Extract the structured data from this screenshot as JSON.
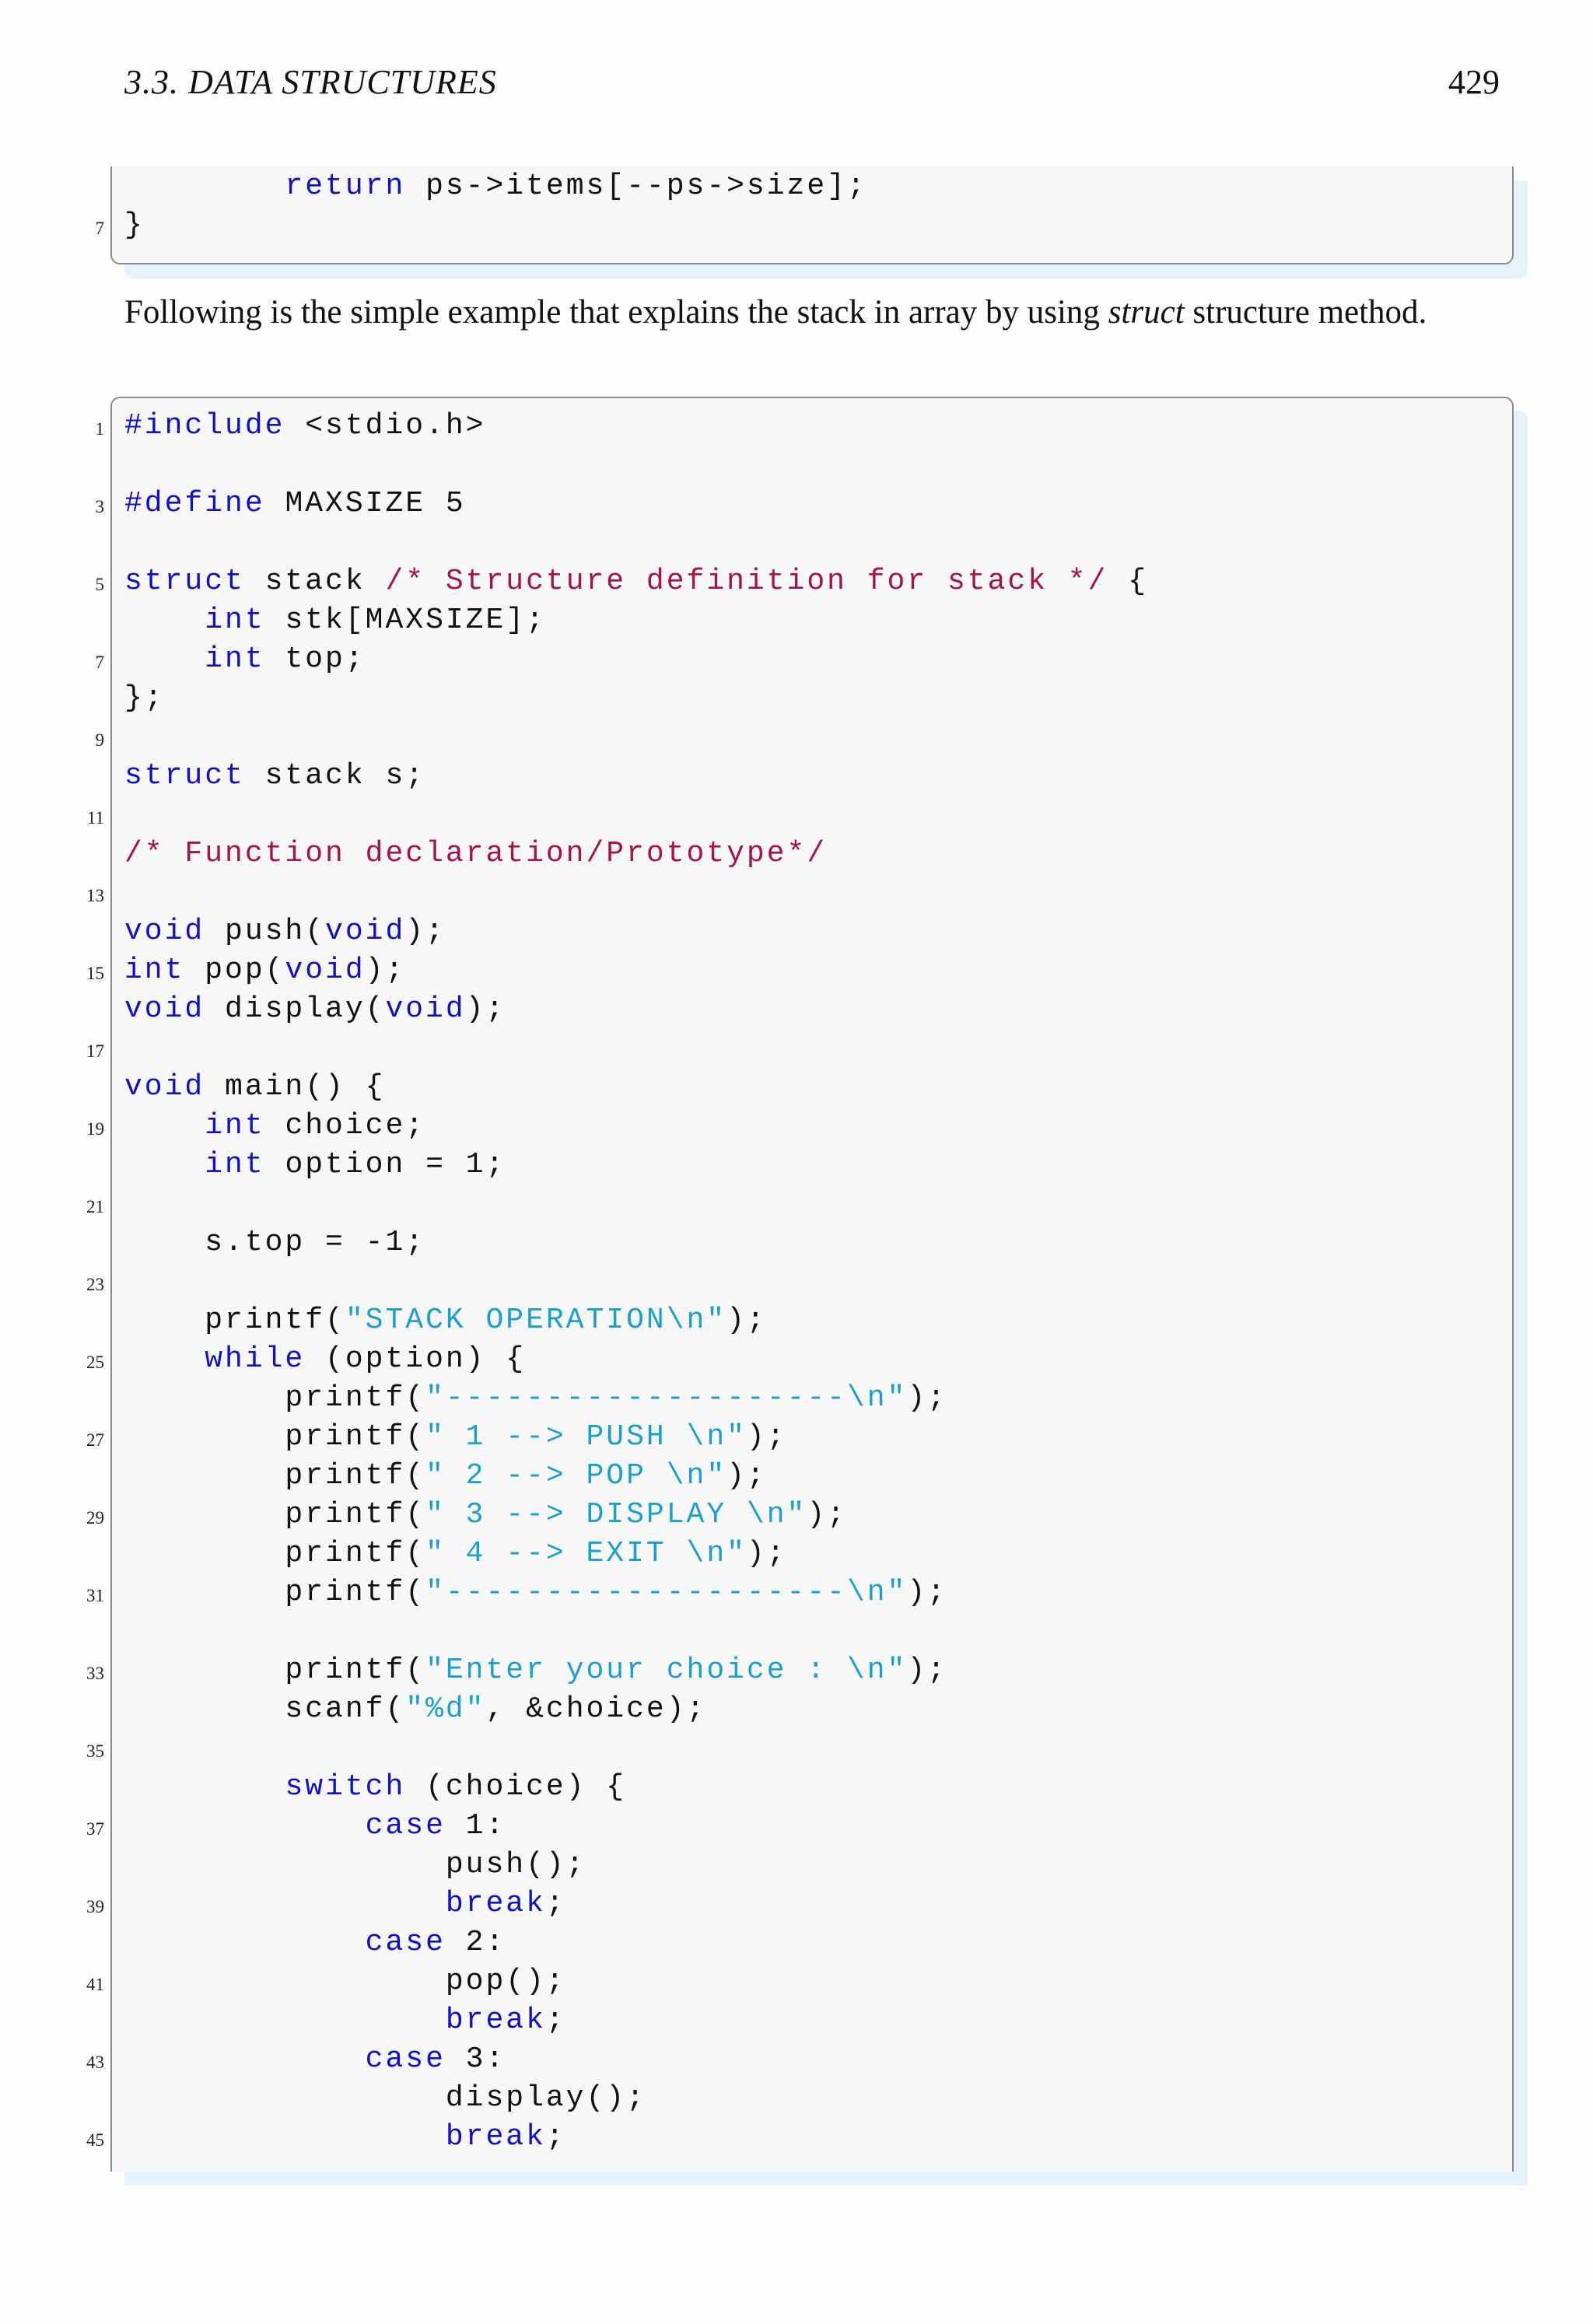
{
  "header": {
    "section": "3.3.  DATA STRUCTURES",
    "page_number": "429"
  },
  "colors": {
    "keyword": "#1010c8",
    "comment": "#a8124a",
    "string": "#1aa0d0",
    "plain": "#111111",
    "frame_shadow": "#e3f2fb"
  },
  "top_snippet": [
    {
      "n": "",
      "tokens": [
        {
          "t": "        "
        },
        {
          "t": "return",
          "c": "kw"
        },
        {
          "t": " ps->items[--ps->size];"
        }
      ]
    },
    {
      "n": "7",
      "tokens": [
        {
          "t": "}"
        }
      ]
    }
  ],
  "paragraph": {
    "before": "Following is the simple example that explains the stack in array by using ",
    "emph": "struct",
    "after": " structure method."
  },
  "code": [
    {
      "n": "1",
      "tokens": [
        {
          "t": "#include",
          "c": "kw"
        },
        {
          "t": " <stdio.h>"
        }
      ]
    },
    {
      "n": "",
      "tokens": []
    },
    {
      "n": "3",
      "tokens": [
        {
          "t": "#define",
          "c": "kw"
        },
        {
          "t": " MAXSIZE 5"
        }
      ]
    },
    {
      "n": "",
      "tokens": []
    },
    {
      "n": "5",
      "tokens": [
        {
          "t": "struct",
          "c": "kw"
        },
        {
          "t": " stack "
        },
        {
          "t": "/* Structure definition for stack */",
          "c": "cm"
        },
        {
          "t": " {"
        }
      ]
    },
    {
      "n": "",
      "tokens": [
        {
          "t": "    "
        },
        {
          "t": "int",
          "c": "kw"
        },
        {
          "t": " stk[MAXSIZE];"
        }
      ]
    },
    {
      "n": "7",
      "tokens": [
        {
          "t": "    "
        },
        {
          "t": "int",
          "c": "kw"
        },
        {
          "t": " top;"
        }
      ]
    },
    {
      "n": "",
      "tokens": [
        {
          "t": "};"
        }
      ]
    },
    {
      "n": "9",
      "tokens": []
    },
    {
      "n": "",
      "tokens": [
        {
          "t": "struct",
          "c": "kw"
        },
        {
          "t": " stack s;"
        }
      ]
    },
    {
      "n": "11",
      "tokens": []
    },
    {
      "n": "",
      "tokens": [
        {
          "t": "/* Function declaration/Prototype*/",
          "c": "cm"
        }
      ]
    },
    {
      "n": "13",
      "tokens": []
    },
    {
      "n": "",
      "tokens": [
        {
          "t": "void",
          "c": "kw"
        },
        {
          "t": " push("
        },
        {
          "t": "void",
          "c": "kw"
        },
        {
          "t": ");"
        }
      ]
    },
    {
      "n": "15",
      "tokens": [
        {
          "t": "int",
          "c": "kw"
        },
        {
          "t": " pop("
        },
        {
          "t": "void",
          "c": "kw"
        },
        {
          "t": ");"
        }
      ]
    },
    {
      "n": "",
      "tokens": [
        {
          "t": "void",
          "c": "kw"
        },
        {
          "t": " display("
        },
        {
          "t": "void",
          "c": "kw"
        },
        {
          "t": ");"
        }
      ]
    },
    {
      "n": "17",
      "tokens": []
    },
    {
      "n": "",
      "tokens": [
        {
          "t": "void",
          "c": "kw"
        },
        {
          "t": " main() {"
        }
      ]
    },
    {
      "n": "19",
      "tokens": [
        {
          "t": "    "
        },
        {
          "t": "int",
          "c": "kw"
        },
        {
          "t": " choice;"
        }
      ]
    },
    {
      "n": "",
      "tokens": [
        {
          "t": "    "
        },
        {
          "t": "int",
          "c": "kw"
        },
        {
          "t": " option = 1;"
        }
      ]
    },
    {
      "n": "21",
      "tokens": []
    },
    {
      "n": "",
      "tokens": [
        {
          "t": "    s.top = -1;"
        }
      ]
    },
    {
      "n": "23",
      "tokens": []
    },
    {
      "n": "",
      "tokens": [
        {
          "t": "    printf("
        },
        {
          "t": "\"STACK OPERATION\\n\"",
          "c": "st"
        },
        {
          "t": ");"
        }
      ]
    },
    {
      "n": "25",
      "tokens": [
        {
          "t": "    "
        },
        {
          "t": "while",
          "c": "kw"
        },
        {
          "t": " (option) {"
        }
      ]
    },
    {
      "n": "",
      "tokens": [
        {
          "t": "        printf("
        },
        {
          "t": "\"--------------------\\n\"",
          "c": "st"
        },
        {
          "t": ");"
        }
      ]
    },
    {
      "n": "27",
      "tokens": [
        {
          "t": "        printf("
        },
        {
          "t": "\" 1 --> PUSH \\n\"",
          "c": "st"
        },
        {
          "t": ");"
        }
      ]
    },
    {
      "n": "",
      "tokens": [
        {
          "t": "        printf("
        },
        {
          "t": "\" 2 --> POP \\n\"",
          "c": "st"
        },
        {
          "t": ");"
        }
      ]
    },
    {
      "n": "29",
      "tokens": [
        {
          "t": "        printf("
        },
        {
          "t": "\" 3 --> DISPLAY \\n\"",
          "c": "st"
        },
        {
          "t": ");"
        }
      ]
    },
    {
      "n": "",
      "tokens": [
        {
          "t": "        printf("
        },
        {
          "t": "\" 4 --> EXIT \\n\"",
          "c": "st"
        },
        {
          "t": ");"
        }
      ]
    },
    {
      "n": "31",
      "tokens": [
        {
          "t": "        printf("
        },
        {
          "t": "\"--------------------\\n\"",
          "c": "st"
        },
        {
          "t": ");"
        }
      ]
    },
    {
      "n": "",
      "tokens": []
    },
    {
      "n": "33",
      "tokens": [
        {
          "t": "        printf("
        },
        {
          "t": "\"Enter your choice : \\n\"",
          "c": "st"
        },
        {
          "t": ");"
        }
      ]
    },
    {
      "n": "",
      "tokens": [
        {
          "t": "        scanf("
        },
        {
          "t": "\"%d\"",
          "c": "st"
        },
        {
          "t": ", &choice);"
        }
      ]
    },
    {
      "n": "35",
      "tokens": []
    },
    {
      "n": "",
      "tokens": [
        {
          "t": "        "
        },
        {
          "t": "switch",
          "c": "kw"
        },
        {
          "t": " (choice) {"
        }
      ]
    },
    {
      "n": "37",
      "tokens": [
        {
          "t": "            "
        },
        {
          "t": "case",
          "c": "kw"
        },
        {
          "t": " 1:"
        }
      ]
    },
    {
      "n": "",
      "tokens": [
        {
          "t": "                push();"
        }
      ]
    },
    {
      "n": "39",
      "tokens": [
        {
          "t": "                "
        },
        {
          "t": "break",
          "c": "kw"
        },
        {
          "t": ";"
        }
      ]
    },
    {
      "n": "",
      "tokens": [
        {
          "t": "            "
        },
        {
          "t": "case",
          "c": "kw"
        },
        {
          "t": " 2:"
        }
      ]
    },
    {
      "n": "41",
      "tokens": [
        {
          "t": "                pop();"
        }
      ]
    },
    {
      "n": "",
      "tokens": [
        {
          "t": "                "
        },
        {
          "t": "break",
          "c": "kw"
        },
        {
          "t": ";"
        }
      ]
    },
    {
      "n": "43",
      "tokens": [
        {
          "t": "            "
        },
        {
          "t": "case",
          "c": "kw"
        },
        {
          "t": " 3:"
        }
      ]
    },
    {
      "n": "",
      "tokens": [
        {
          "t": "                display();"
        }
      ]
    },
    {
      "n": "45",
      "tokens": [
        {
          "t": "                "
        },
        {
          "t": "break",
          "c": "kw"
        },
        {
          "t": ";"
        }
      ]
    }
  ]
}
